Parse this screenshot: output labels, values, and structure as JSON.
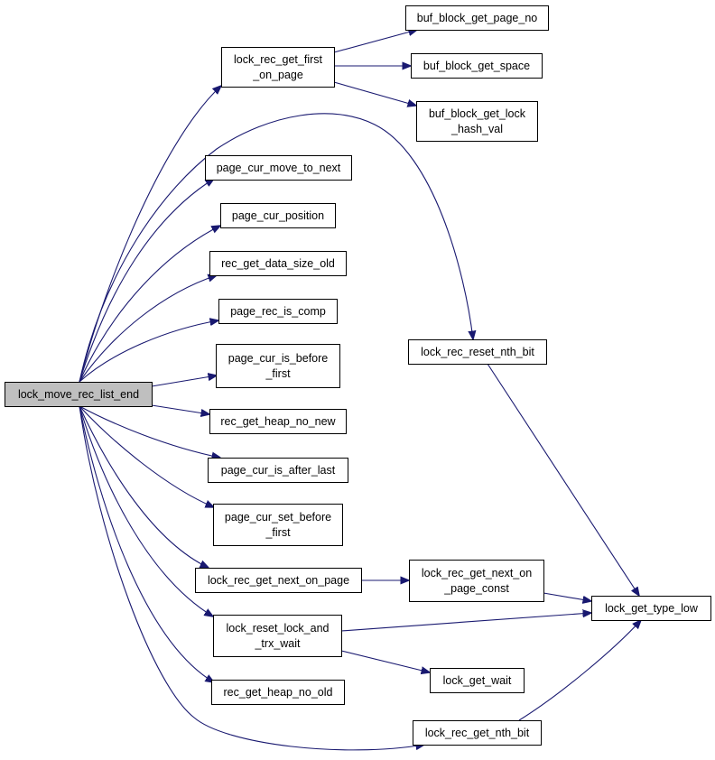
{
  "nodes": {
    "lock_move_rec_list_end": [
      "lock_move_rec_list_end"
    ],
    "lock_rec_get_first_on_page": [
      "lock_rec_get_first",
      "_on_page"
    ],
    "buf_block_get_page_no": [
      "buf_block_get_page_no"
    ],
    "buf_block_get_space": [
      "buf_block_get_space"
    ],
    "buf_block_get_lock_hash_val": [
      "buf_block_get_lock",
      "_hash_val"
    ],
    "page_cur_move_to_next": [
      "page_cur_move_to_next"
    ],
    "page_cur_position": [
      "page_cur_position"
    ],
    "rec_get_data_size_old": [
      "rec_get_data_size_old"
    ],
    "page_rec_is_comp": [
      "page_rec_is_comp"
    ],
    "page_cur_is_before_first": [
      "page_cur_is_before",
      "_first"
    ],
    "rec_get_heap_no_new": [
      "rec_get_heap_no_new"
    ],
    "page_cur_is_after_last": [
      "page_cur_is_after_last"
    ],
    "page_cur_set_before_first": [
      "page_cur_set_before",
      "_first"
    ],
    "lock_rec_get_next_on_page": [
      "lock_rec_get_next_on_page"
    ],
    "lock_reset_lock_and_trx_wait": [
      "lock_reset_lock_and",
      "_trx_wait"
    ],
    "rec_get_heap_no_old": [
      "rec_get_heap_no_old"
    ],
    "lock_rec_reset_nth_bit": [
      "lock_rec_reset_nth_bit"
    ],
    "lock_rec_get_next_on_page_const": [
      "lock_rec_get_next_on",
      "_page_const"
    ],
    "lock_get_type_low": [
      "lock_get_type_low"
    ],
    "lock_get_wait": [
      "lock_get_wait"
    ],
    "lock_rec_get_nth_bit": [
      "lock_rec_get_nth_bit"
    ]
  },
  "colors": {
    "edge": "#191970",
    "root_fill": "#bfbfbf",
    "node_fill": "#ffffff",
    "node_border": "#000000"
  }
}
